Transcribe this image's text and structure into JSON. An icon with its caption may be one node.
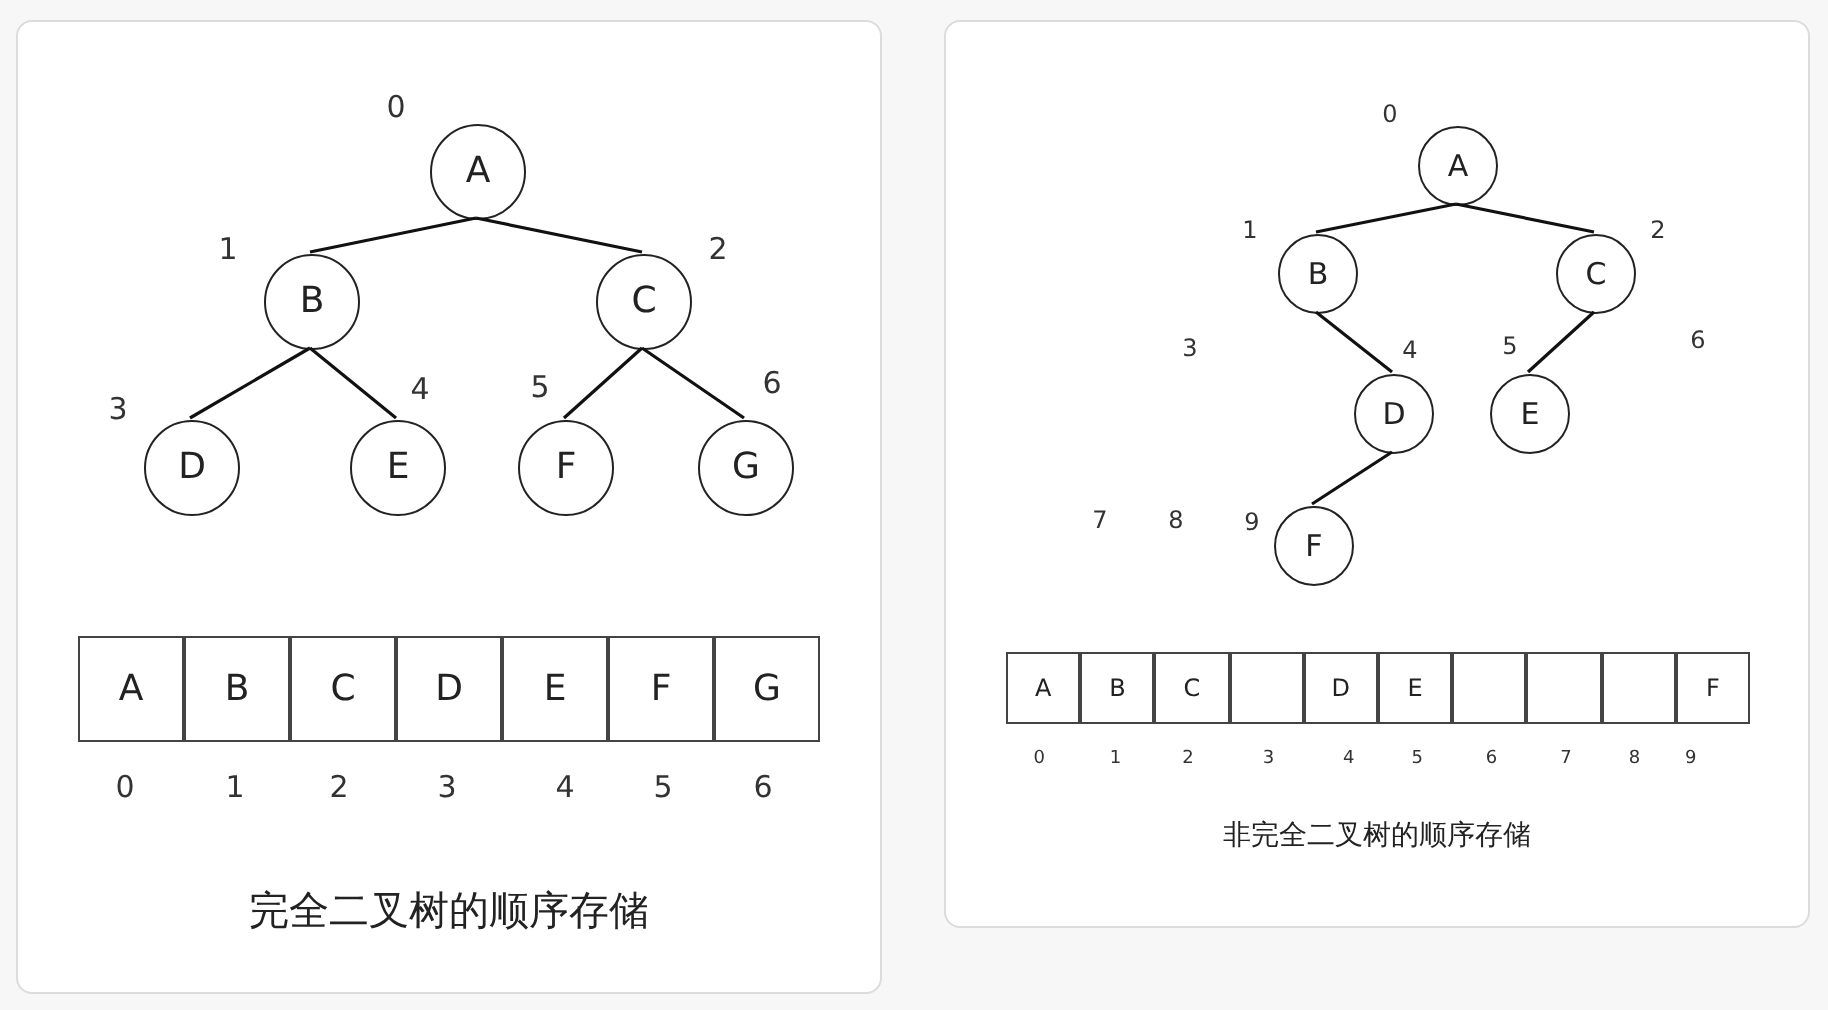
{
  "diagram": {
    "nodes": [
      {
        "text": [
          "完全二叉树的顺序存储"
        ]
      },
      {
        "text": [
          "A"
        ],
        "in": 0,
        "beside": [
          "0"
        ]
      },
      {
        "text": [
          "B"
        ],
        "in": 0,
        "beside": [
          "1"
        ]
      },
      {
        "text": [
          "C"
        ],
        "in": 0,
        "beside": [
          "2"
        ]
      },
      {
        "text": [
          "D"
        ],
        "in": 0,
        "beside": [
          "3"
        ]
      },
      {
        "text": [
          "E"
        ],
        "in": 0,
        "beside": [
          "4"
        ]
      },
      {
        "text": [
          "F"
        ],
        "in": 0,
        "beside": [
          "5"
        ]
      },
      {
        "text": [
          "G"
        ],
        "in": 0,
        "beside": [
          "6"
        ]
      },
      {
        "text": [
          "A"
        ],
        "in": 0,
        "beside": [
          "0"
        ]
      },
      {
        "text": [
          "B"
        ],
        "in": 0,
        "beside": [
          "1"
        ]
      },
      {
        "text": [
          "C"
        ],
        "in": 0,
        "beside": [
          "2"
        ]
      },
      {
        "text": [
          "D"
        ],
        "in": 0,
        "beside": [
          "3"
        ]
      },
      {
        "text": [
          "E"
        ],
        "in": 0,
        "beside": [
          "4"
        ]
      },
      {
        "text": [
          "F"
        ],
        "in": 0,
        "beside": [
          "5"
        ]
      },
      {
        "text": [
          "G"
        ],
        "in": 0,
        "beside": [
          "6"
        ]
      },
      {
        "text": [
          "非完全二叉树的顺序存储"
        ]
      },
      {
        "text": [
          "A"
        ],
        "in": 15,
        "beside": [
          "0"
        ]
      },
      {
        "text": [
          "B"
        ],
        "in": 15,
        "beside": [
          "1"
        ]
      },
      {
        "text": [
          "C"
        ],
        "in": 15,
        "beside": [
          "2"
        ]
      },
      {
        "text": [
          "D"
        ],
        "in": 15,
        "beside": [
          "4"
        ]
      },
      {
        "text": [
          "E"
        ],
        "in": 15,
        "beside": [
          "5"
        ]
      },
      {
        "text": [
          "F"
        ],
        "in": 15,
        "beside": [
          "9"
        ]
      },
      {
        "text": [
          "A"
        ],
        "in": 15,
        "beside": [
          "0"
        ]
      },
      {
        "text": [
          "B"
        ],
        "in": 15,
        "beside": [
          "1"
        ]
      },
      {
        "text": [
          "C"
        ],
        "in": 15,
        "beside": [
          "2"
        ]
      },
      {
        "text": [],
        "shape": "box",
        "in": 15,
        "beside": [
          "3"
        ]
      },
      {
        "text": [
          "D"
        ],
        "in": 15,
        "beside": [
          "4"
        ]
      },
      {
        "text": [
          "E"
        ],
        "in": 15,
        "beside": [
          "5"
        ]
      },
      {
        "text": [],
        "shape": "box",
        "in": 15,
        "beside": [
          "6"
        ]
      },
      {
        "text": [],
        "shape": "box",
        "in": 15,
        "beside": [
          "7"
        ]
      },
      {
        "text": [],
        "shape": "box",
        "in": 15,
        "beside": [
          "8"
        ]
      },
      {
        "text": [
          "F"
        ],
        "in": 15,
        "beside": [
          "9"
        ]
      }
    ],
    "edges": [
      {
        "from": 1,
        "to": 2,
        "arrow": "none"
      },
      {
        "from": 1,
        "to": 3,
        "arrow": "none"
      },
      {
        "from": 2,
        "to": 4,
        "arrow": "none"
      },
      {
        "from": 2,
        "to": 5,
        "arrow": "none"
      },
      {
        "from": 3,
        "to": 6,
        "arrow": "none"
      },
      {
        "from": 3,
        "to": 7,
        "arrow": "none"
      },
      {
        "from": 16,
        "to": 17,
        "arrow": "none"
      },
      {
        "from": 16,
        "to": 18,
        "arrow": "none"
      },
      {
        "from": 17,
        "to": 19,
        "arrow": "none"
      },
      {
        "from": 18,
        "to": 20,
        "arrow": "none"
      },
      {
        "from": 19,
        "to": 21,
        "arrow": "none"
      }
    ],
    "labels": [
      "3",
      "6",
      "7",
      "8"
    ]
  }
}
